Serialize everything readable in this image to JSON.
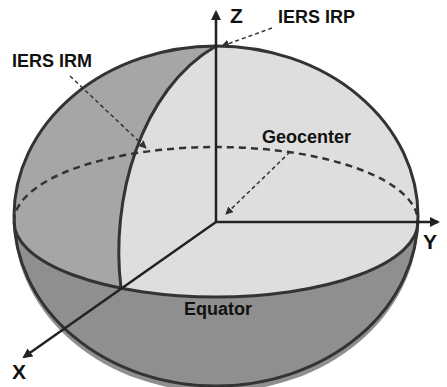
{
  "diagram": {
    "labels": [
      "Z",
      "IERS IRP",
      "IERS IRM",
      "Geocenter",
      "Y",
      "Equator",
      "X"
    ]
  }
}
